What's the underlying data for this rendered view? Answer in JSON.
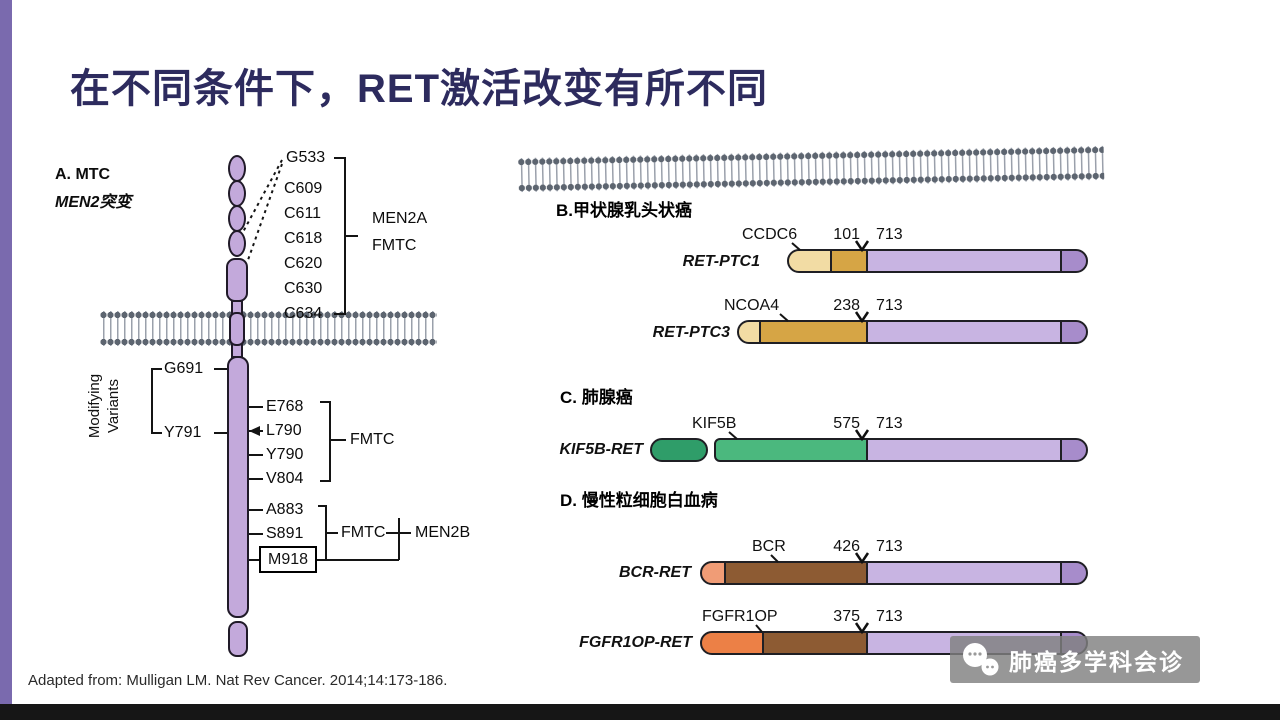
{
  "slide": {
    "title": "在不同条件下，RET激活改变有所不同",
    "footer": "Adapted from: Mulligan LM. Nat Rev Cancer. 2014;14:173-186.",
    "watermark_text": "肺癌多学科会诊"
  },
  "colors": {
    "title": "#2d2b5e",
    "accent_bar": "#7a6aae",
    "ret_purple": "#c8b4e2",
    "ret_purple_dark": "#a78ccb",
    "gold": "#d6a545",
    "green": "#4bb87e",
    "brown": "#8d5b33",
    "orange": "#ec8046"
  },
  "panel_a": {
    "heading_line1": "A. MTC",
    "heading_line2": "MEN2突变",
    "g533": "G533",
    "cys_mutations": [
      "C609",
      "C611",
      "C618",
      "C620",
      "C630",
      "C634"
    ],
    "men2a_label_line1": "MEN2A",
    "men2a_label_line2": "FMTC",
    "modifying_line1": "Modifying",
    "modifying_line2": "Variants",
    "g691": "G691",
    "y791": "Y791",
    "kinase_mutations": [
      "E768",
      "L790",
      "Y790",
      "V804"
    ],
    "fmtc_kinase": "FMTC",
    "a883": "A883",
    "s891": "S891",
    "m918": "M918",
    "fmtc_lower": "FMTC",
    "men2b": "MEN2B"
  },
  "panel_b": {
    "heading": "B.甲状腺乳头状癌",
    "rows": [
      {
        "name": "RET-PTC1",
        "partner": "CCDC6",
        "breakpoint": "101",
        "ret_start": "713"
      },
      {
        "name": "RET-PTC3",
        "partner": "NCOA4",
        "breakpoint": "238",
        "ret_start": "713"
      }
    ]
  },
  "panel_c": {
    "heading": "C. 肺腺癌",
    "rows": [
      {
        "name": "KIF5B-RET",
        "partner": "KIF5B",
        "breakpoint": "575",
        "ret_start": "713"
      }
    ]
  },
  "panel_d": {
    "heading": "D. 慢性粒细胞白血病",
    "rows": [
      {
        "name": "BCR-RET",
        "partner": "BCR",
        "breakpoint": "426",
        "ret_start": "713"
      },
      {
        "name": "FGFR1OP-RET",
        "partner": "FGFR1OP",
        "breakpoint": "375",
        "ret_start": "713"
      }
    ]
  }
}
